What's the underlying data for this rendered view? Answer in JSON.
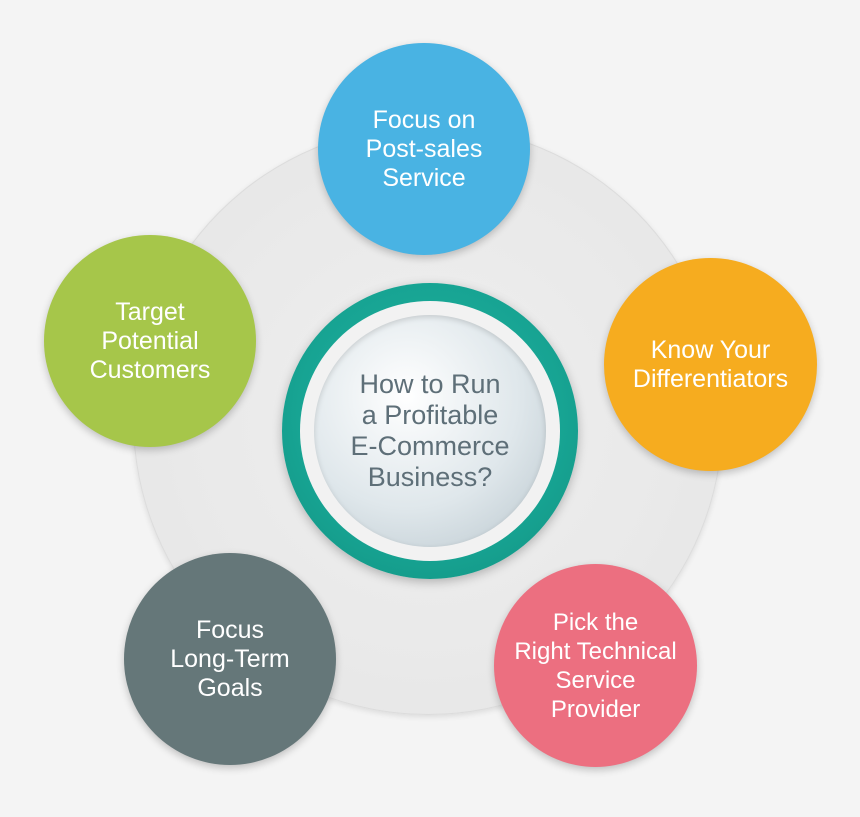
{
  "diagram": {
    "center": "How to Run\na Profitable\nE-Commerce\nBusiness?",
    "nodes": [
      {
        "id": "post-sales",
        "label": "Focus on\nPost-sales\nService",
        "color": "#49b3e3"
      },
      {
        "id": "differentiators",
        "label": "Know Your\nDifferentiators",
        "color": "#f6ac1f"
      },
      {
        "id": "tech-provider",
        "label": "Pick the\nRight Technical\nService\nProvider",
        "color": "#ec6f80"
      },
      {
        "id": "long-term",
        "label": "Focus\nLong-Term\nGoals",
        "color": "#657779"
      },
      {
        "id": "target-customers",
        "label": "Target\nPotential\nCustomers",
        "color": "#a6c64a"
      }
    ],
    "colors": {
      "background": "#f4f4f4",
      "ring": "#e9e9e9",
      "hub": "#17a493"
    }
  }
}
